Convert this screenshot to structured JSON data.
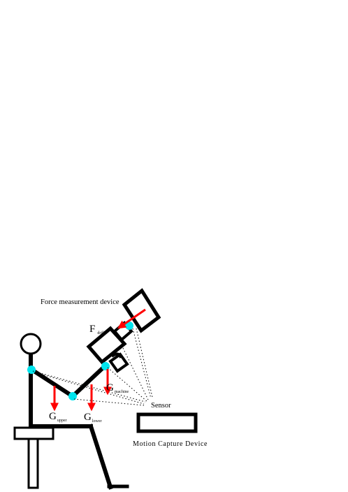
{
  "labels": {
    "force_device": "Force measurement device",
    "force_main": "F",
    "force_sub": "drill",
    "g_machine_main": "G",
    "g_machine_sub": "machine",
    "g_upper_main": "G",
    "g_upper_sub": "upper",
    "g_lower_main": "G",
    "g_lower_sub": "lower",
    "sensor": "Sensor",
    "motion_capture": "Motion Capture Device"
  },
  "colors": {
    "stroke": "#000000",
    "force_arrow": "#ff0000",
    "joint_marker": "#00e5ee",
    "background": "#ffffff"
  }
}
